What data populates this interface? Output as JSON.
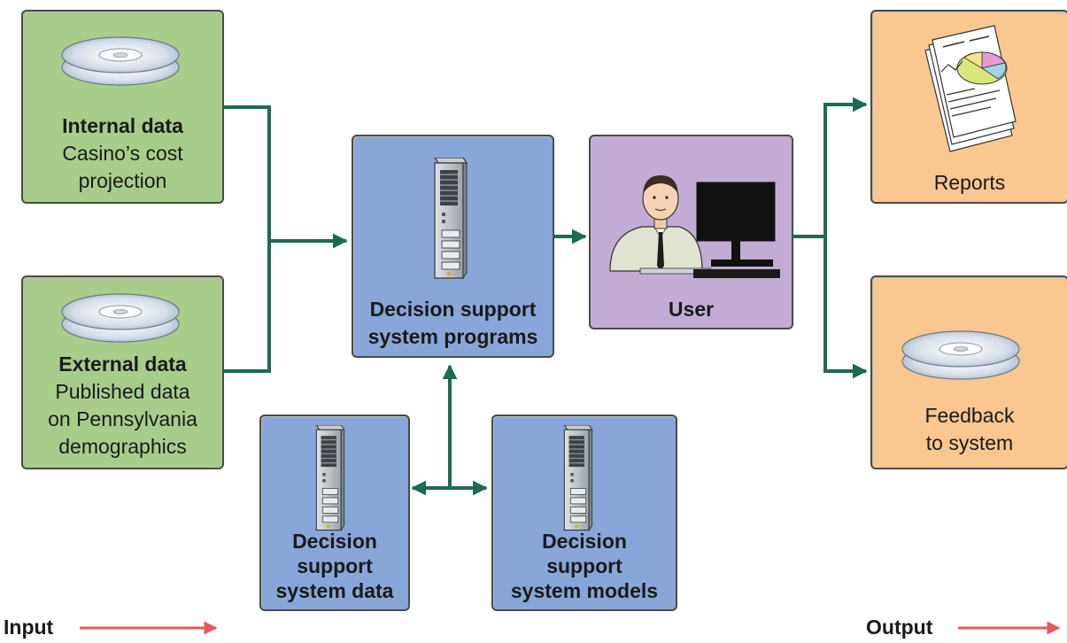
{
  "inputs": {
    "internal": {
      "title": "Internal data",
      "line1": "Casino’s cost",
      "line2": "projection"
    },
    "external": {
      "title": "External data",
      "line1": "Published data",
      "line2": "on Pennsylvania",
      "line3": "demographics"
    }
  },
  "dss_programs": {
    "line1": "Decision support",
    "line2": "system programs"
  },
  "user": {
    "label": "User"
  },
  "dss_data": {
    "line1": "Decision",
    "line2": "support",
    "line3": "system data"
  },
  "dss_models": {
    "line1": "Decision",
    "line2": "support",
    "line3": "system models"
  },
  "outputs": {
    "reports": {
      "label": "Reports"
    },
    "feedback": {
      "line1": "Feedback",
      "line2": "to system"
    }
  },
  "footer": {
    "input_label": "Input",
    "output_label": "Output"
  },
  "colors": {
    "input_box": "#a8cd8a",
    "dss_box": "#88a7d8",
    "user_box": "#c2acd4",
    "output_box": "#f9c78f",
    "connector": "#1d6b54",
    "footer_arrow": "#e8585a"
  },
  "icons": [
    "disc-icon",
    "server-icon",
    "person-at-computer-icon",
    "report-pages-icon"
  ]
}
